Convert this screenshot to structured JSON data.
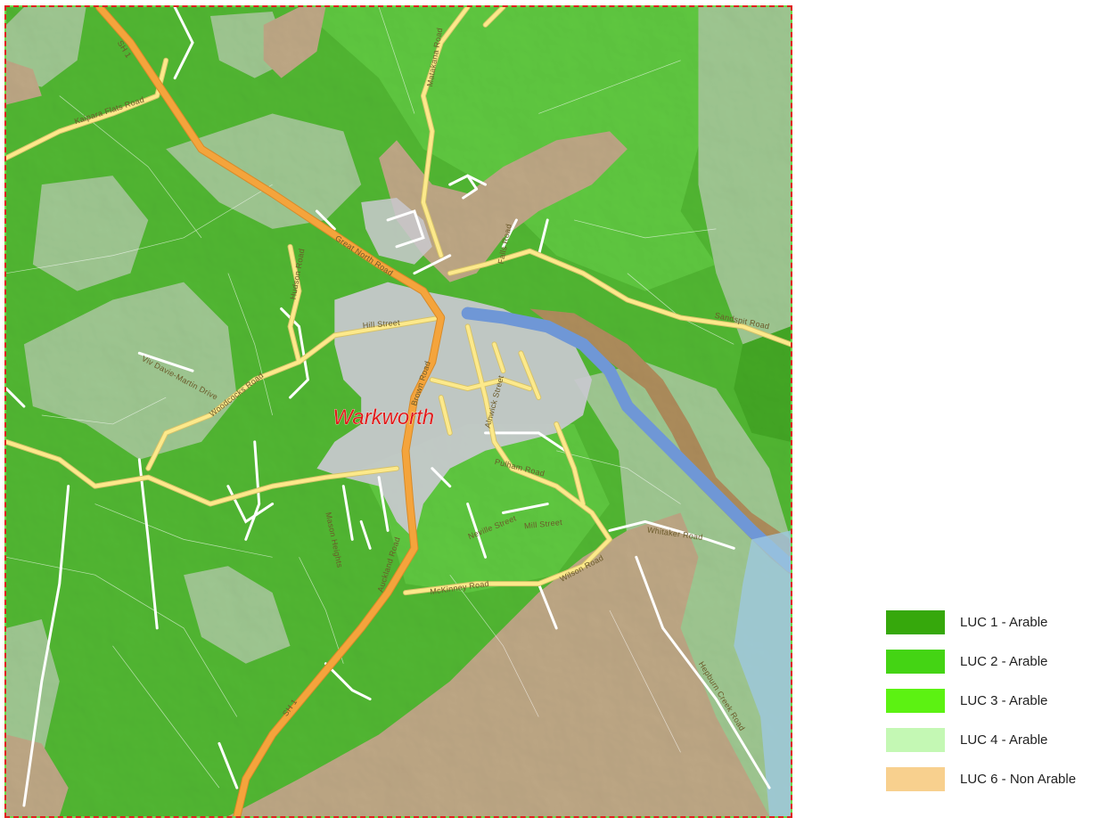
{
  "map": {
    "town_label": "Warkworth",
    "road_labels": {
      "sh1_north": "SH 1",
      "sh1_south": "SH 1",
      "kaipara_flats": "Kaipara Flats Road",
      "great_north": "Great North Road",
      "hudson": "Hudson Road",
      "hill_street": "Hill Street",
      "brown": "Brown Road",
      "sandspit": "Sandspit Road",
      "woodcocks": "Woodcocks Road",
      "auckland": "Auckland Road",
      "mckinney": "McKinney Road",
      "wilson": "Wilson Road",
      "whitaker": "Whitaker Road",
      "matakana": "Matakana Road",
      "mill_street": "Mill Street",
      "pulham": "Pulham Road",
      "neville": "Neville Street",
      "mason": "Mason Heights",
      "hepburn": "Hepburn Creek Road",
      "viv_davie": "Viv Davie-Martin Drive",
      "falls": "Falls Road",
      "alnwick": "Alnwick Street"
    },
    "colors": {
      "luc1": "#36a80c",
      "luc2": "#44d414",
      "luc3": "#5cf212",
      "luc4": "#c4f8b4",
      "luc6": "#f8d08e",
      "urban": "#c9c9cf",
      "river": "#6f97d6",
      "state_highway": "#f4a43c",
      "arterial": "#fce98b",
      "frame": "#e02020"
    }
  },
  "legend": {
    "items": [
      {
        "label": "LUC 1 - Arable",
        "color": "#36a80c"
      },
      {
        "label": "LUC 2 - Arable",
        "color": "#44d414"
      },
      {
        "label": "LUC 3 - Arable",
        "color": "#5cf212"
      },
      {
        "label": "LUC 4 - Arable",
        "color": "#c4f8b4"
      },
      {
        "label": "LUC 6 - Non Arable",
        "color": "#f8d08e"
      }
    ]
  }
}
